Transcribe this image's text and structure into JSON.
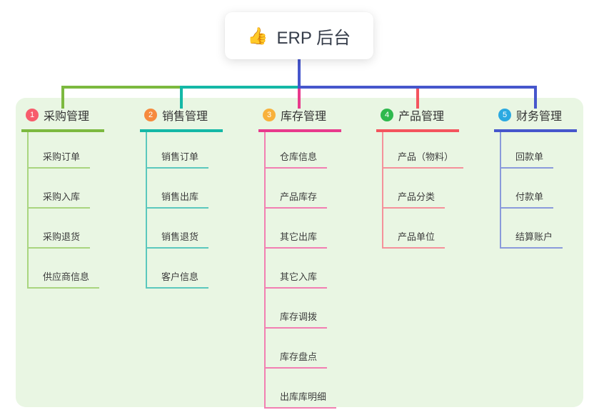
{
  "root": {
    "label": "ERP 后台",
    "emoji": "👍"
  },
  "colors": {
    "panel": "#e9f6e3",
    "blue": "#4656cc",
    "teal": "#14b8a6",
    "green": "#7cb93f",
    "magenta": "#e83a8c",
    "red": "#f4545e"
  },
  "branches": [
    {
      "num": "1",
      "title": "采购管理",
      "color": "#7cb93f",
      "light": "#a9d57f",
      "badge": "#f75c6c",
      "children": [
        "采购订单",
        "采购入库",
        "采购退货",
        "供应商信息"
      ]
    },
    {
      "num": "2",
      "title": "销售管理",
      "color": "#14b8a6",
      "light": "#5bc8bd",
      "badge": "#f68a3d",
      "children": [
        "销售订单",
        "销售出库",
        "销售退货",
        "客户信息"
      ]
    },
    {
      "num": "3",
      "title": "库存管理",
      "color": "#e83a8c",
      "light": "#f27fb2",
      "badge": "#f8b13c",
      "children": [
        "仓库信息",
        "产品库存",
        "其它出库",
        "其它入库",
        "库存调拨",
        "库存盘点",
        "出库库明细"
      ]
    },
    {
      "num": "4",
      "title": "产品管理",
      "color": "#f4545e",
      "light": "#f5919a",
      "badge": "#2fb94e",
      "children": [
        "产品（物料）",
        "产品分类",
        "产品单位"
      ]
    },
    {
      "num": "5",
      "title": "财务管理",
      "color": "#4656cc",
      "light": "#8a9adb",
      "badge": "#2ba9e1",
      "children": [
        "回款单",
        "付款单",
        "结算账户"
      ]
    }
  ]
}
